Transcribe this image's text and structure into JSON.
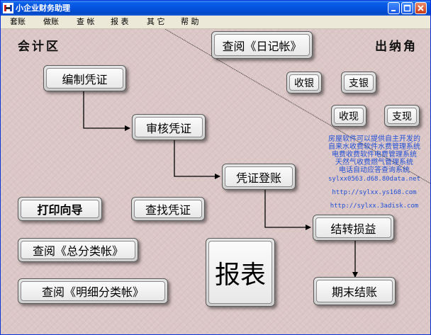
{
  "window": {
    "title": "小企业财务助理"
  },
  "menu": {
    "items": [
      "套账",
      "做账",
      "查 帐",
      "报 表",
      "其 它",
      "帮 助"
    ]
  },
  "sections": {
    "accounting": "会计区",
    "cashier": "出纳角"
  },
  "buttons": {
    "diary": "查阅《日记帐》",
    "receive": "收银",
    "pay_bank": "支银",
    "receive_cash": "收现",
    "pay_cash": "支现",
    "make_voucher": "编制凭证",
    "audit_voucher": "审核凭证",
    "post_voucher": "凭证登账",
    "print_wizard": "打印向导",
    "find_voucher": "查找凭证",
    "transfer_pl": "结转损益",
    "general_ledger": "查阅《总分类帐》",
    "detail_ledger": "查阅《明细分类帐》",
    "reports": "报表",
    "period_close": "期末结账"
  },
  "info": {
    "lines": [
      "房屋软件可以提供自主开发的",
      "自来水收费软件水费管理系统",
      "电费收费软件电费管理系统",
      "天然气收费燃气管理系统",
      "电话自动应答查询系统"
    ],
    "address": "sylxx0563.d68.80data.net",
    "url1": "http://sylxx.ys168.com",
    "url2": "http://sylxx.3adisk.com"
  },
  "colors": {
    "titlebar": "#0453df",
    "canvas": "#dcc7c7",
    "info_text": "#1f4fd6",
    "flow_line": "#000000"
  }
}
